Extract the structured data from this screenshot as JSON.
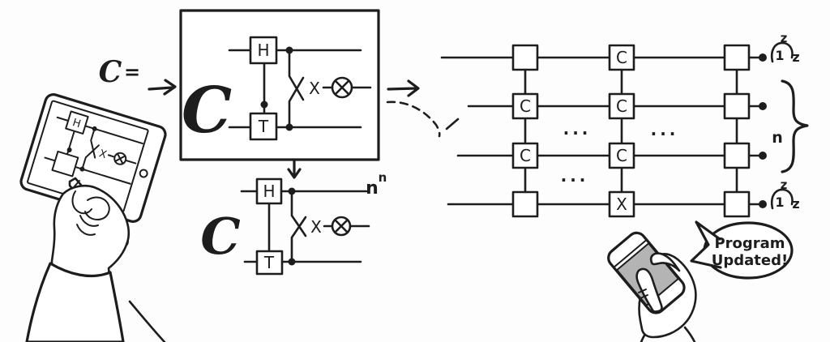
{
  "colors": {
    "ink": "#1d1d1d",
    "background": "#fdfdfd",
    "phone_screen": "#b4b4b4"
  },
  "equation": {
    "lhs": "C",
    "equals": "="
  },
  "tablet_circuit": {
    "gate_h": "H",
    "swap_x": "X",
    "xor_symbol": "⊗"
  },
  "boxed_circuit": {
    "big_label": "C",
    "gate_h": "H",
    "gate_t": "T",
    "swap_x": "X",
    "xor_symbol": "⊗"
  },
  "unboxed_circuit": {
    "big_label": "C",
    "gate_h": "H",
    "gate_t": "T",
    "swap_x": "X",
    "xor_symbol": "⊗",
    "exponent_base": "n",
    "exponent_power": "n"
  },
  "grid_circuit": {
    "rows": 4,
    "columns": 3,
    "gate_boxes": [
      [
        "",
        "C",
        ""
      ],
      [
        "C",
        "C",
        ""
      ],
      [
        "C",
        "C",
        ""
      ],
      [
        "",
        "X",
        ""
      ]
    ],
    "ellipsis": [
      "...",
      "...",
      "..."
    ],
    "measurement_top": {
      "sup": "z",
      "needle": "1",
      "basis": "z"
    },
    "measurement_bottom": {
      "sup": "z",
      "needle": "1",
      "basis": "z"
    },
    "brace_label": "n"
  },
  "speech_bubble": {
    "line1": "Program",
    "line2": "Updated!"
  }
}
